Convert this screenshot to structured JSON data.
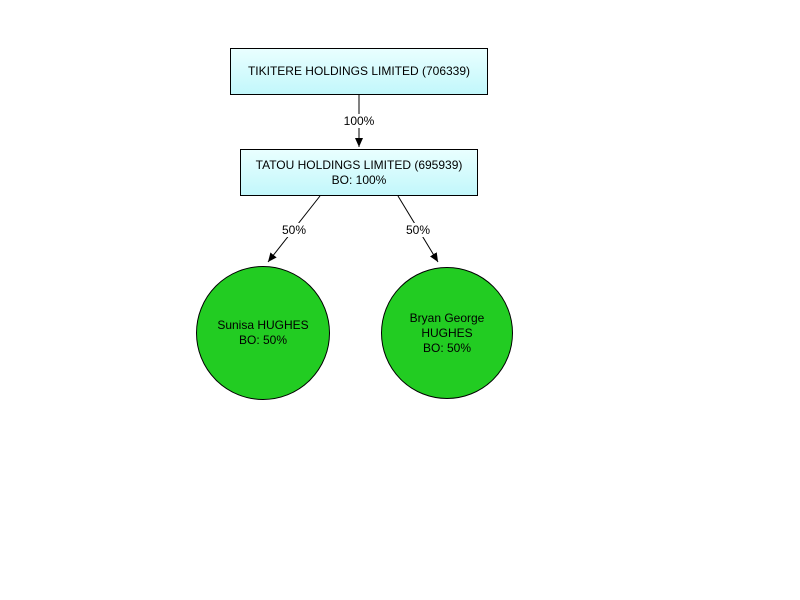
{
  "diagram": {
    "nodes": {
      "tikitere": {
        "label": "TIKITERE HOLDINGS LIMITED (706339)"
      },
      "tatou": {
        "line1": "TATOU HOLDINGS LIMITED (695939)",
        "line2": "BO: 100%"
      },
      "sunisa": {
        "line1": "Sunisa HUGHES",
        "line2": "BO: 50%"
      },
      "bryan": {
        "line1": "Bryan George",
        "line2": "HUGHES",
        "line3": "BO: 50%"
      }
    },
    "edges": {
      "tikitere_to_tatou": {
        "label": "100%"
      },
      "tatou_to_sunisa": {
        "label": "50%"
      },
      "tatou_to_bryan": {
        "label": "50%"
      }
    },
    "colors": {
      "box_fill": "#ccffff",
      "circle_fill": "#22cc22",
      "border": "#000000",
      "background": "#ffffff"
    }
  }
}
